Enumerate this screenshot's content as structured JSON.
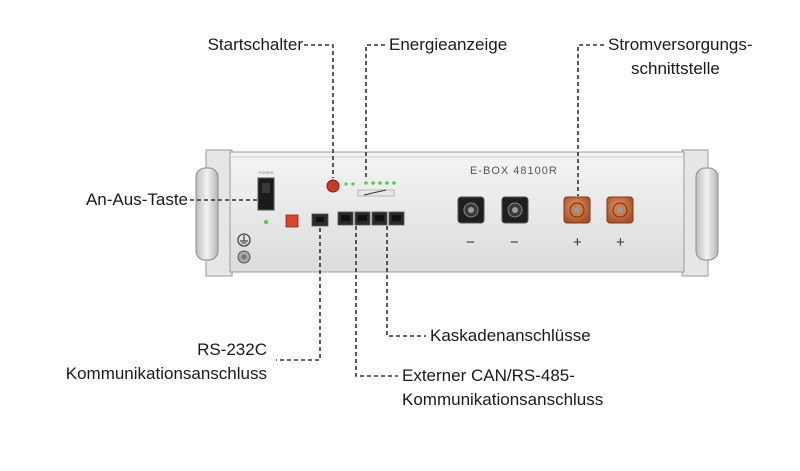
{
  "device": {
    "model": "E-BOX 48100R",
    "negative_terminals": [
      "−",
      "−"
    ],
    "positive_terminals": [
      "+",
      "+"
    ],
    "status_led_color": "#4cd04c",
    "power_connector_color": "#c8683a",
    "start_button_color": "#c83a2a"
  },
  "callouts": {
    "start_switch": "Startschalter",
    "energy_display": "Energieanzeige",
    "power_interface_line1": "Stromversorgungs-",
    "power_interface_line2": "schnittstelle",
    "on_off_button": "An-Aus-Taste",
    "cascade_ports": "Kaskadenanschlüsse",
    "rs232_line1": "RS-232C",
    "rs232_line2": "Kommunikationsanschluss",
    "can_rs485_line1": "Externer CAN/RS-485-",
    "can_rs485_line2": "Kommunikationsanschluss"
  }
}
